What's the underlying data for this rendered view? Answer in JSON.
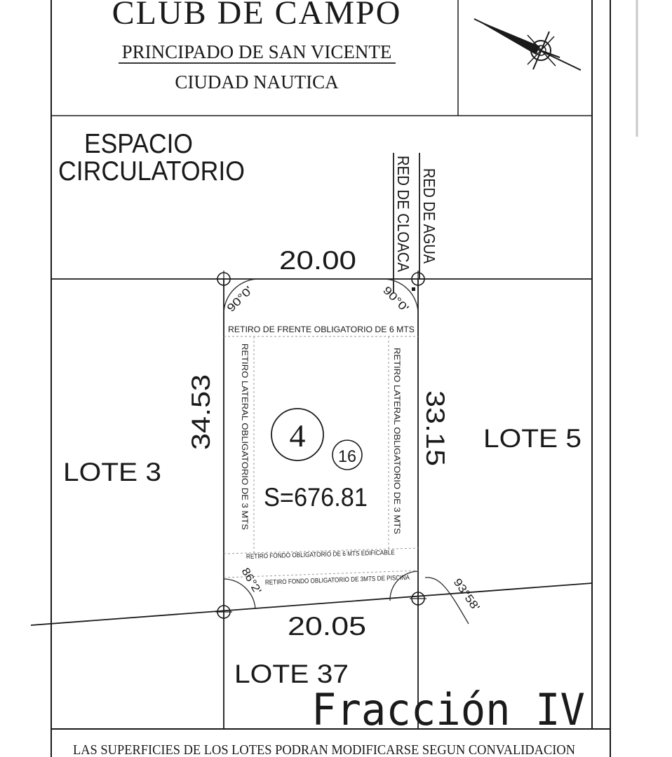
{
  "title_block": {
    "title": "CLUB DE CAMPO",
    "subtitle": "PRINCIPADO DE SAN VICENTE",
    "location": "CIUDAD NAUTICA"
  },
  "north_arrow": {
    "icon": "north-arrow-icon"
  },
  "areas": {
    "circulation": [
      "ESPACIO",
      "CIRCULATORIO"
    ],
    "lote_3": "LOTE 3",
    "lote_5": "LOTE 5",
    "lote_37": "LOTE 37"
  },
  "utilities": {
    "water": "RED DE AGUA",
    "sewer": "RED DE CLOACA"
  },
  "lot": {
    "number": "4",
    "block": "16",
    "surface": "S=676.81",
    "front": "20.00",
    "back": "20.05",
    "left_side": "34.53",
    "right_side": "33.15",
    "angle_front_left": "90°0'",
    "angle_front_right": "90°0'",
    "angle_back_left": "86°2'",
    "angle_back_right": "93°58'"
  },
  "setbacks": {
    "front": "RETIRO DE FRENTE OBLIGATORIO DE 6 MTS",
    "lateral_left": "RETIRO LATERAL OBLIGATORIO DE 3 MTS",
    "lateral_right": "RETIRO LATERAL OBLIGATORIO DE 3 MTS",
    "back_building": "RETIRO FONDO OBLIGATORIO DE 6 MTS EDIFICABLE",
    "back_pool": "RETIRO FONDO OBLIGATORIO DE 3MTS DE PISCINA"
  },
  "fraction": "Fracción IV",
  "footer_note": "LAS SUPERFICIES DE LOS LOTES PODRAN MODIFICARSE SEGUN CONVALIDACION"
}
